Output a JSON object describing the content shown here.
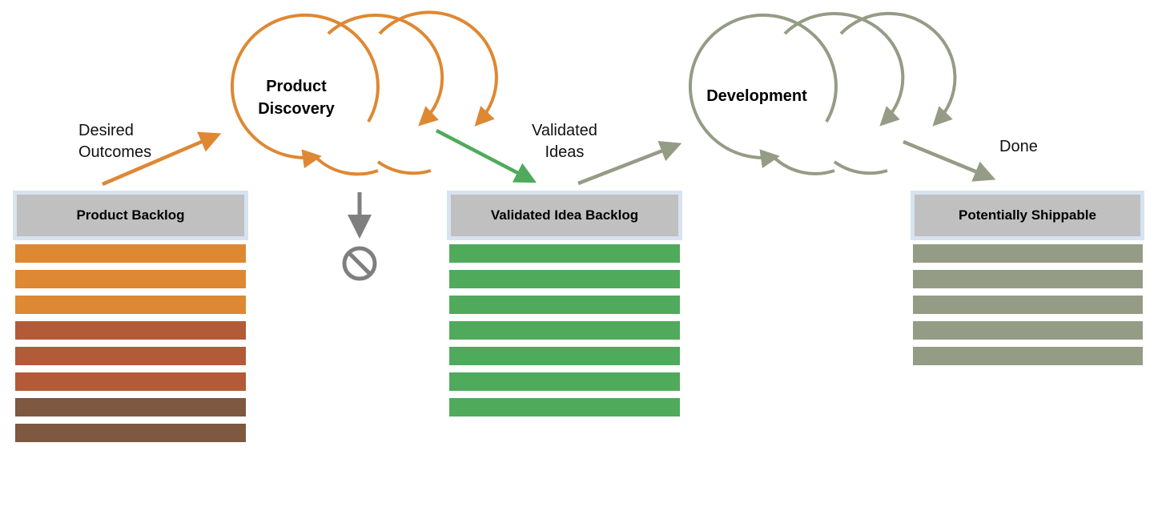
{
  "colors": {
    "discovery": "#de8833",
    "validated": "#4faa5c",
    "development": "#959c85",
    "rejected": "#7f7f7f",
    "header_fill": "#c0c0c0",
    "header_border": "#d7e3ef"
  },
  "stages": {
    "discovery": {
      "label": "Product\nDiscovery",
      "color": "#de8833"
    },
    "development": {
      "label": "Development",
      "color": "#959c85"
    }
  },
  "flow_labels": {
    "desired_outcomes": "Desired\nOutcomes",
    "validated_ideas": "Validated\nIdeas",
    "done": "Done"
  },
  "icons": {
    "rejected": "prohibited-icon"
  },
  "backlogs": {
    "product": {
      "title": "Product Backlog",
      "items": [
        "#de8833",
        "#de8833",
        "#de8833",
        "#b35b38",
        "#b35b38",
        "#b35b38",
        "#7f5842",
        "#7f5842"
      ]
    },
    "validated": {
      "title": "Validated Idea Backlog",
      "items": [
        "#4faa5c",
        "#4faa5c",
        "#4faa5c",
        "#4faa5c",
        "#4faa5c",
        "#4faa5c",
        "#4faa5c"
      ]
    },
    "shippable": {
      "title": "Potentially Shippable",
      "items": [
        "#959c85",
        "#959c85",
        "#959c85",
        "#959c85",
        "#959c85"
      ]
    }
  }
}
